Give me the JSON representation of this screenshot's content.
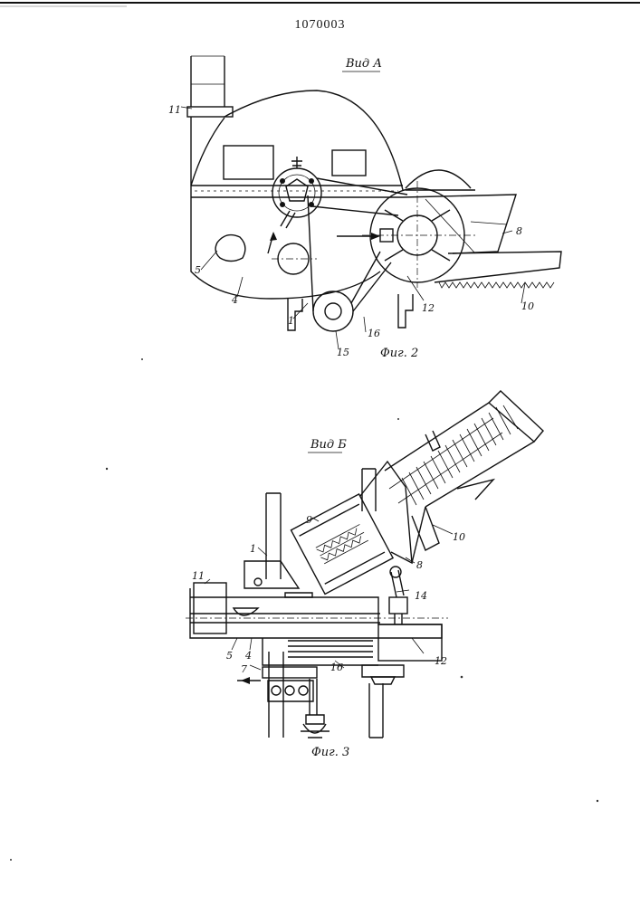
{
  "patent_number": "1070003",
  "fig2": {
    "view_label": "Вид А",
    "caption": "Фиг. 2",
    "labels": {
      "l11": "11",
      "l5": "5",
      "l4": "4",
      "l1": "1",
      "l15": "15",
      "l16": "16",
      "l12": "12",
      "l10": "10",
      "l8": "8"
    }
  },
  "fig3": {
    "view_label": "Вид Б",
    "caption": "Фиг. 3",
    "labels": {
      "l9": "9",
      "l1": "1",
      "l11": "11",
      "l5": "5",
      "l4": "4",
      "l7": "7",
      "l16": "16",
      "l12": "12",
      "l14": "14",
      "l8": "8",
      "l10": "10"
    }
  }
}
